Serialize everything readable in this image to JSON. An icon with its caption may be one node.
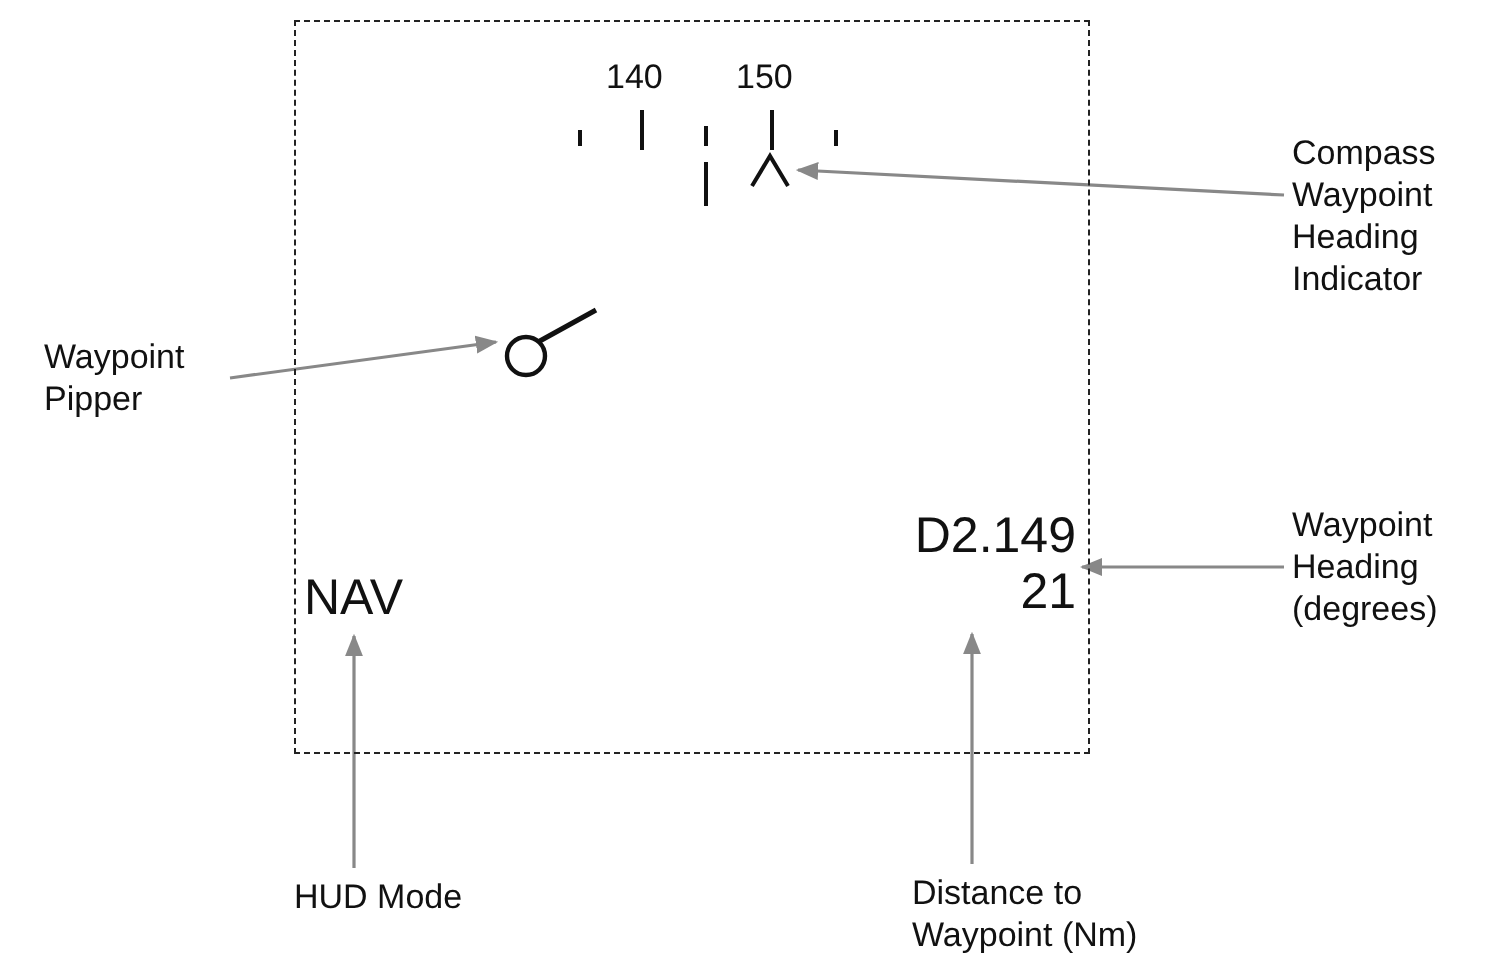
{
  "diagram": {
    "nodes": [
      {
        "text": [],
        "shape": "box"
      },
      {
        "text": [],
        "shape": "picture",
        "in": 0
      },
      {
        "text": [],
        "shape": "circle",
        "in": 0
      },
      {
        "text": [
          "D2.149",
          "21"
        ],
        "in": 0
      },
      {
        "text": [
          "NAV"
        ],
        "in": 0
      },
      {
        "text": [
          "Compass Waypoint Heading Indicator"
        ]
      },
      {
        "text": [
          "Waypoint Pipper"
        ]
      },
      {
        "text": [
          "Waypoint Heading (degrees)"
        ]
      },
      {
        "text": [
          "HUD Mode"
        ]
      },
      {
        "text": [
          "Distance to Waypoint (Nm)"
        ]
      }
    ],
    "edges": [
      {
        "from": 5,
        "to": 1,
        "arrow": "to"
      },
      {
        "from": 6,
        "to": 2,
        "arrow": "to"
      },
      {
        "from": 7,
        "to": 3,
        "arrow": "to"
      },
      {
        "from": 8,
        "to": 4,
        "arrow": "to"
      },
      {
        "from": 9,
        "to": 3,
        "arrow": "to"
      }
    ],
    "labels": [
      "140",
      "150"
    ]
  }
}
